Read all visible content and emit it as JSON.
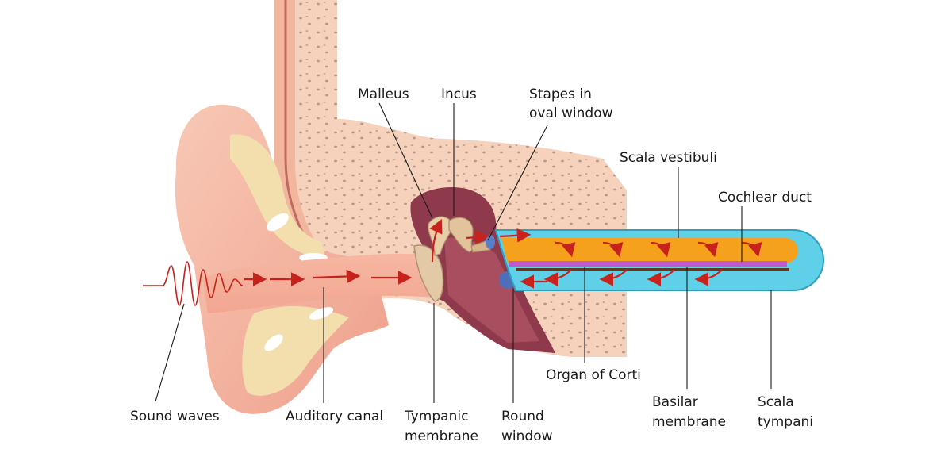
{
  "labels": {
    "malleus": "Malleus",
    "incus": "Incus",
    "stapes_line1": "Stapes in",
    "stapes_line2": "oval window",
    "scala_vestibuli": "Scala vestibuli",
    "cochlear_duct": "Cochlear duct",
    "organ_of_corti": "Organ of Corti",
    "sound_waves": "Sound waves",
    "auditory_canal": "Auditory canal",
    "tympanic_line1": "Tympanic",
    "tympanic_line2": "membrane",
    "round_line1": "Round",
    "round_line2": "window",
    "basilar_line1": "Basilar",
    "basilar_line2": "membrane",
    "scala_tympani_line1": "Scala",
    "scala_tympani_line2": "tympani"
  },
  "colors": {
    "skin": "#f4b9a6",
    "skin_dark": "#e89a85",
    "bone": "#f6d2bd",
    "cartilage": "#f3dfae",
    "middle_ear_cavity": "#8e3a4c",
    "cochlea_outer": "#5fd0e8",
    "scala_vestibuli_fill": "#f6a11d",
    "basilar_membrane": "#c05ad0",
    "arrow_red": "#c8221c"
  },
  "icons": {
    "ossicles": "malleus-incus-stapes-icon",
    "round_window": "round-window-icon"
  }
}
